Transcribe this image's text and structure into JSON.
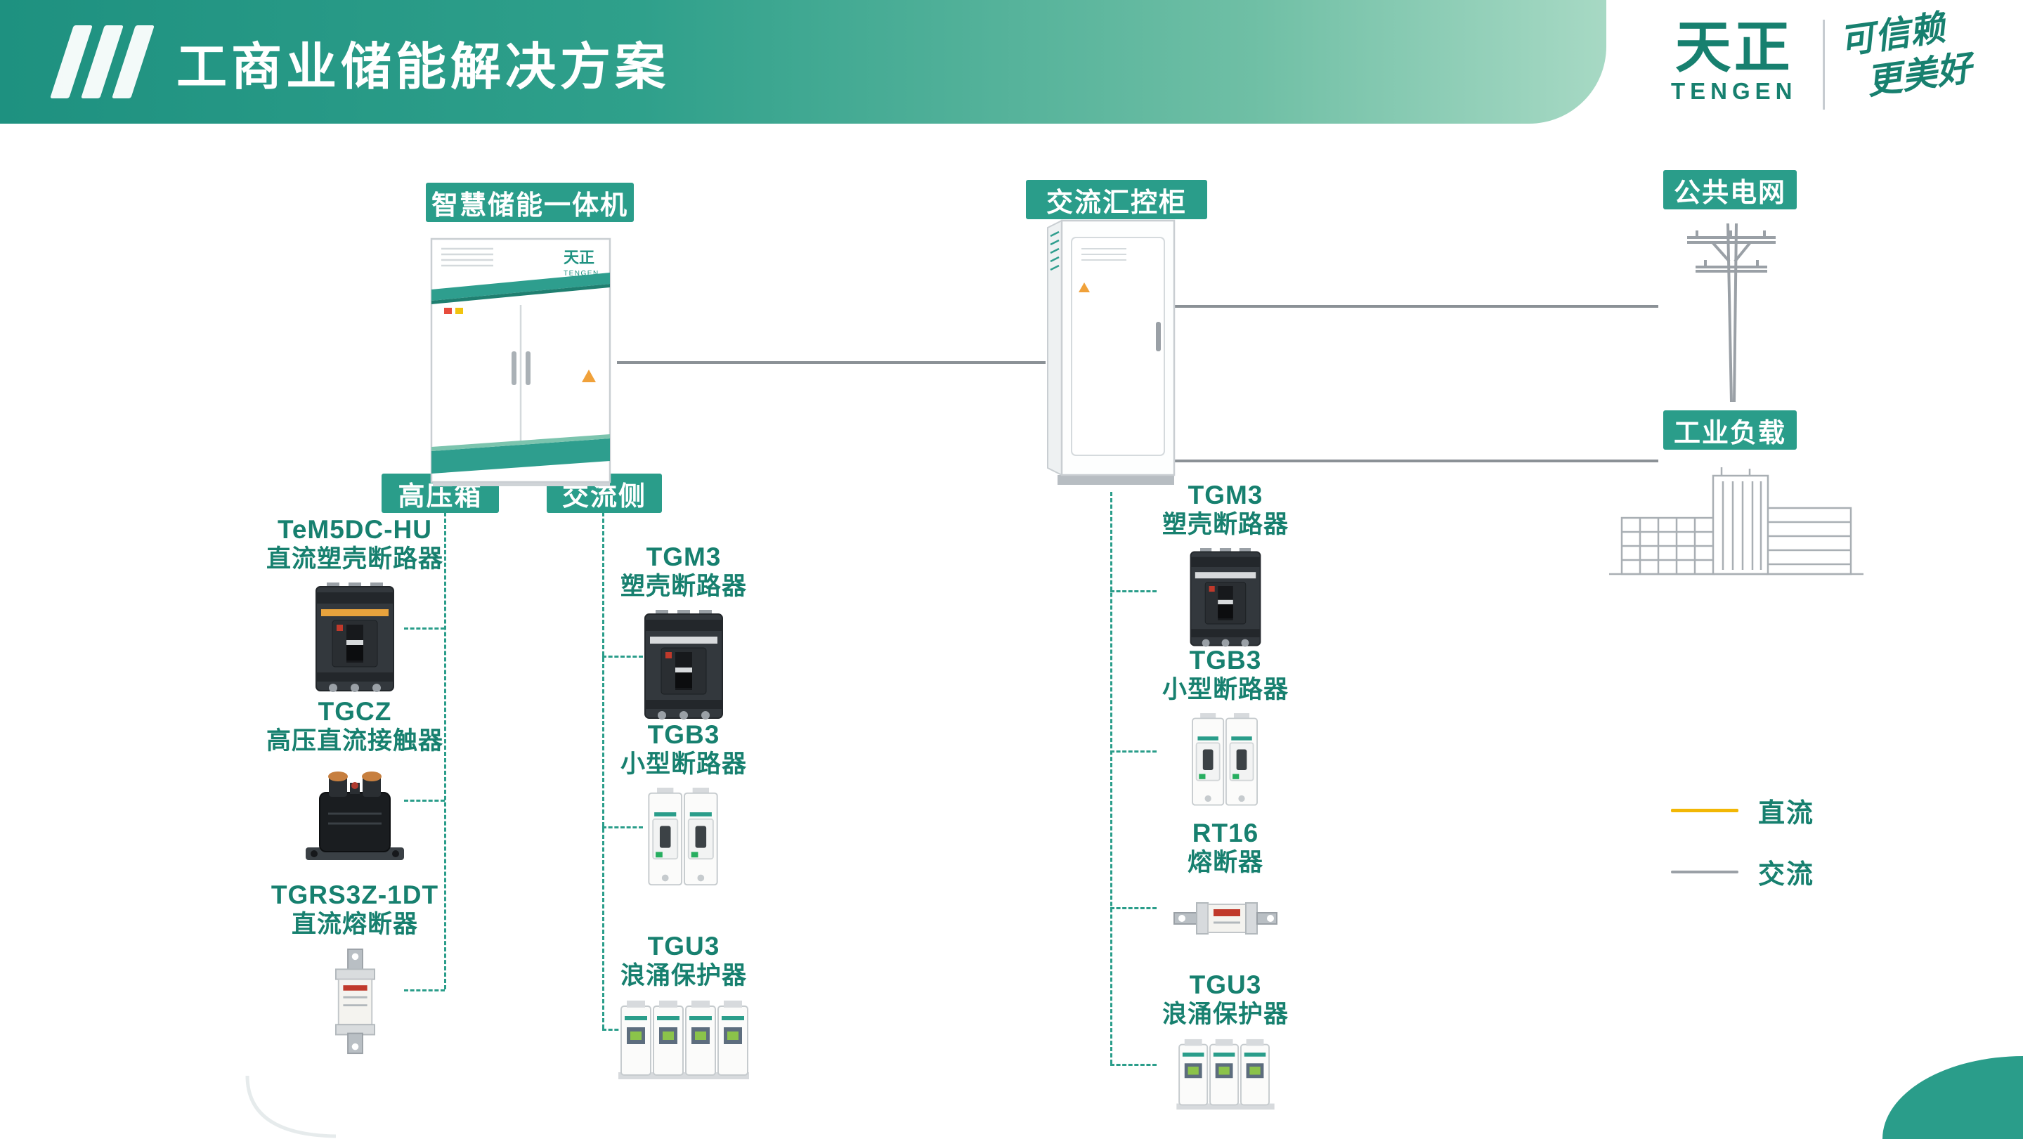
{
  "header": {
    "title": "工商业储能解决方案",
    "brand": {
      "zh": "天正",
      "en": "TENGEN"
    },
    "slogan": {
      "line1": "可信赖",
      "line2": "更美好"
    }
  },
  "nodes": {
    "storage": "智慧储能一体机",
    "ac_cabinet": "交流汇控柜",
    "grid": "公共电网",
    "load": "工业负载",
    "hv_box": "高压箱",
    "ac_side": "交流侧"
  },
  "cabinet_brand": {
    "zh": "天正",
    "en": "TENGEN"
  },
  "products": {
    "hv": [
      {
        "model": "TeM5DC-HU",
        "name": "直流塑壳断路器"
      },
      {
        "model": "TGCZ",
        "name": "高压直流接触器"
      },
      {
        "model": "TGRS3Z-1DT",
        "name": "直流熔断器"
      }
    ],
    "ac_side": [
      {
        "model": "TGM3",
        "name": "塑壳断路器"
      },
      {
        "model": "TGB3",
        "name": "小型断路器"
      },
      {
        "model": "TGU3",
        "name": "浪涌保护器"
      }
    ],
    "ac_cab": [
      {
        "model": "TGM3",
        "name": "塑壳断路器"
      },
      {
        "model": "TGB3",
        "name": "小型断路器"
      },
      {
        "model": "RT16",
        "name": "熔断器"
      },
      {
        "model": "TGU3",
        "name": "浪涌保护器"
      }
    ]
  },
  "legend": {
    "dc": {
      "label": "直流",
      "color": "#F2B705"
    },
    "ac": {
      "label": "交流",
      "color": "#9AA0A6"
    }
  },
  "colors": {
    "teal": "#2A9D8A",
    "teal_dark": "#17806F",
    "line_gray": "#8B9196"
  }
}
